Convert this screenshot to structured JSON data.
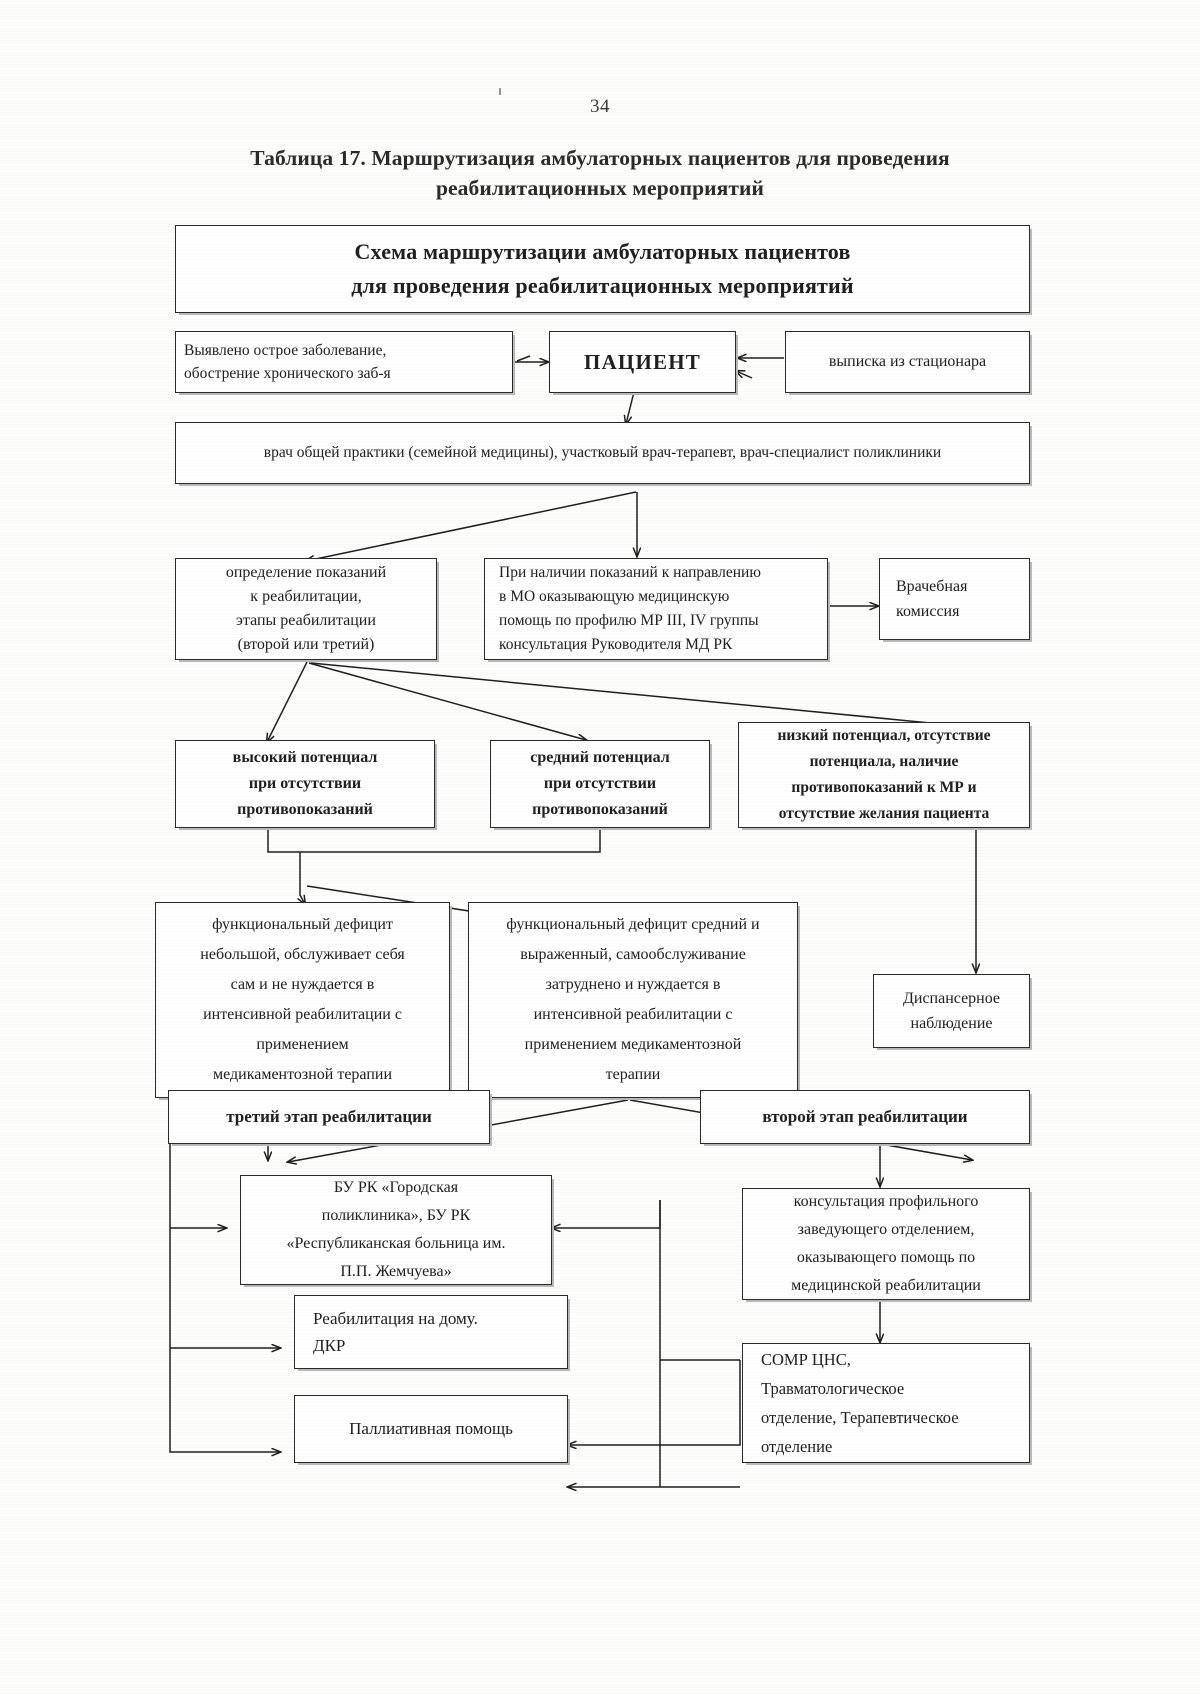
{
  "page": {
    "number": "34",
    "caption_line1": "Таблица 17. Маршрутизация амбулаторных пациентов для проведения",
    "caption_line2": "реабилитационных мероприятий"
  },
  "diagram": {
    "title_line1": "Схема маршрутизации амбулаторных пациентов",
    "title_line2": "для проведения реабилитационных мероприятий",
    "nodes": {
      "acute_disease": {
        "line1": "Выявлено острое заболевание,",
        "line2": "обострение хронического заб-я"
      },
      "patient": {
        "label": "ПАЦИЕНТ"
      },
      "discharge": {
        "label": "выписка из стационара"
      },
      "doctor_row": {
        "label": "врач общей практики (семейной медицины), участковый врач-терапевт, врач-специалист поликлиники"
      },
      "indications": {
        "line1": "определение показаний",
        "line2": "к реабилитации,",
        "line3": "этапы реабилитации",
        "line4": "(второй или третий)"
      },
      "referral": {
        "line1": "При наличии показаний к направлению",
        "line2": "в МО оказывающую медицинскую",
        "line3": "помощь по профилю МР III, IV группы",
        "line4": "консультация Руководителя МД РК"
      },
      "medical_commission": {
        "line1": "Врачебная",
        "line2": "комиссия"
      },
      "high_potential": {
        "line1": "высокий потенциал",
        "line2": "при отсутствии",
        "line3": "противопоказаний"
      },
      "medium_potential": {
        "line1": "средний потенциал",
        "line2": "при отсутствии",
        "line3": "противопоказаний"
      },
      "low_potential": {
        "line1": "низкий потенциал, отсутствие",
        "line2": "потенциала, наличие",
        "line3": "противопоказаний к МР и",
        "line4": "отсутствие желания пациента"
      },
      "deficit_small": {
        "line1": "функциональный дефицит",
        "line2": "небольшой, обслуживает себя",
        "line3": "сам и не нуждается в",
        "line4": "интенсивной реабилитации с",
        "line5": "применением",
        "line6": "медикаментозной терапии"
      },
      "deficit_large": {
        "line1": "функциональный дефицит средний и",
        "line2": "выраженный, самообслуживание",
        "line3": "затруднено и нуждается в",
        "line4": "интенсивной реабилитации с",
        "line5": "применением медикаментозной",
        "line6": "терапии"
      },
      "dispensary": {
        "line1": "Диспансерное",
        "line2": "наблюдение"
      },
      "stage_three": {
        "label": "третий этап реабилитации"
      },
      "stage_two": {
        "label": "второй этап реабилитации"
      },
      "clinics": {
        "line1": "БУ РК «Городская",
        "line2": "поликлиника», БУ РК",
        "line3": "«Республиканская больница им.",
        "line4": "П.П. Жемчуева»"
      },
      "home_rehab": {
        "line1": "Реабилитация на дому.",
        "line2": "ДКР"
      },
      "palliative": {
        "label": "Паллиативная помощь"
      },
      "consultation": {
        "line1": "консультация профильного",
        "line2": "заведующего отделением,",
        "line3": "оказывающего помощь по",
        "line4": "медицинской реабилитации"
      },
      "somr": {
        "line1": "СОМР ЦНС,",
        "line2": "Травматологическое",
        "line3": "отделение, Терапевтическое",
        "line4": "отделение"
      }
    }
  },
  "colors": {
    "ink": "#202020",
    "border": "#2a2a2a",
    "shadow": "#b9b9b9",
    "paper": "#fdfdfc"
  }
}
